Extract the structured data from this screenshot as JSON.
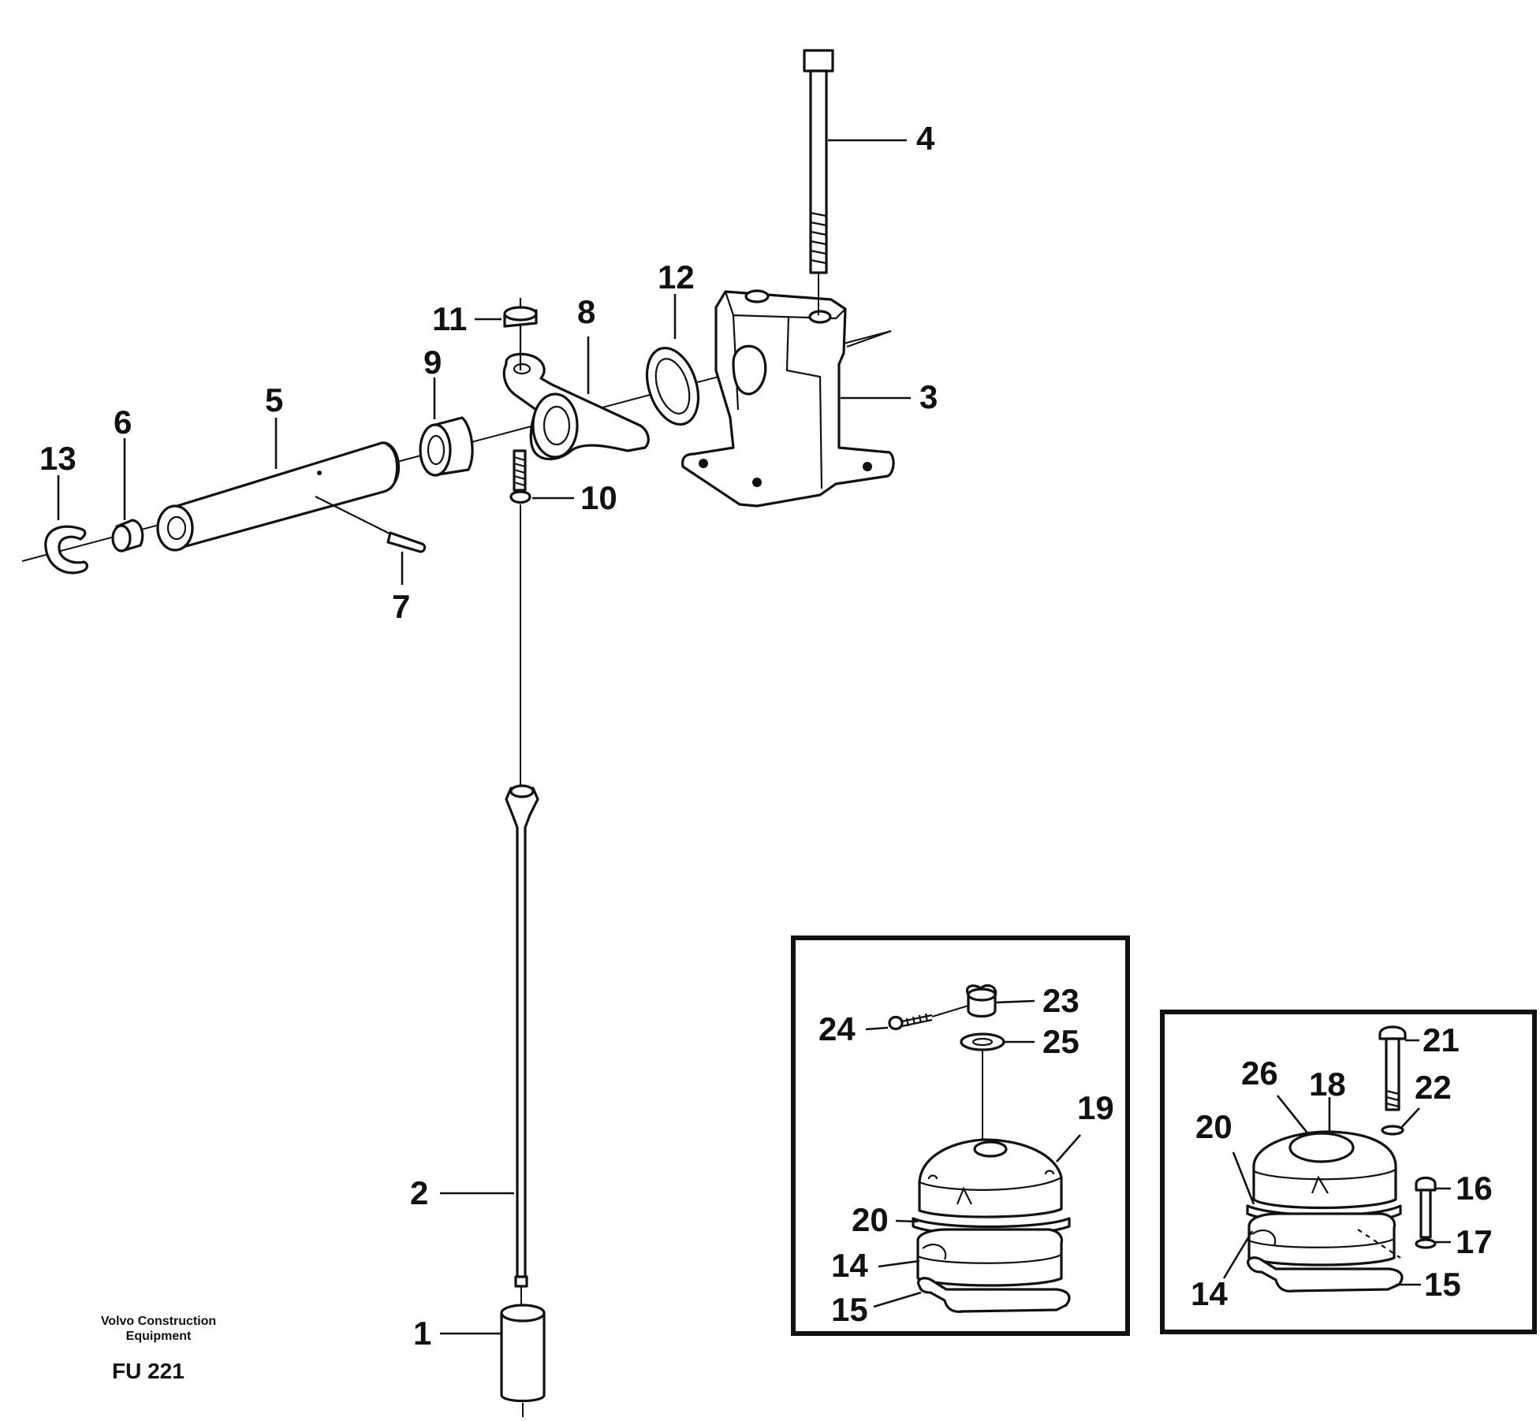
{
  "callouts": {
    "c1": "1",
    "c2": "2",
    "c3": "3",
    "c4": "4",
    "c5": "5",
    "c6": "6",
    "c7": "7",
    "c8": "8",
    "c9": "9",
    "c10": "10",
    "c11": "11",
    "c12": "12",
    "c13": "13",
    "inset_a": {
      "c14": "14",
      "c15": "15",
      "c19": "19",
      "c20": "20",
      "c23": "23",
      "c24": "24",
      "c25": "25"
    },
    "inset_b": {
      "c14": "14",
      "c15": "15",
      "c16": "16",
      "c17": "17",
      "c18": "18",
      "c20": "20",
      "c21": "21",
      "c22": "22",
      "c26": "26"
    }
  },
  "footer": {
    "brand_line1": "Volvo Construction",
    "brand_line2": "Equipment",
    "figure_code": "FU 221"
  }
}
